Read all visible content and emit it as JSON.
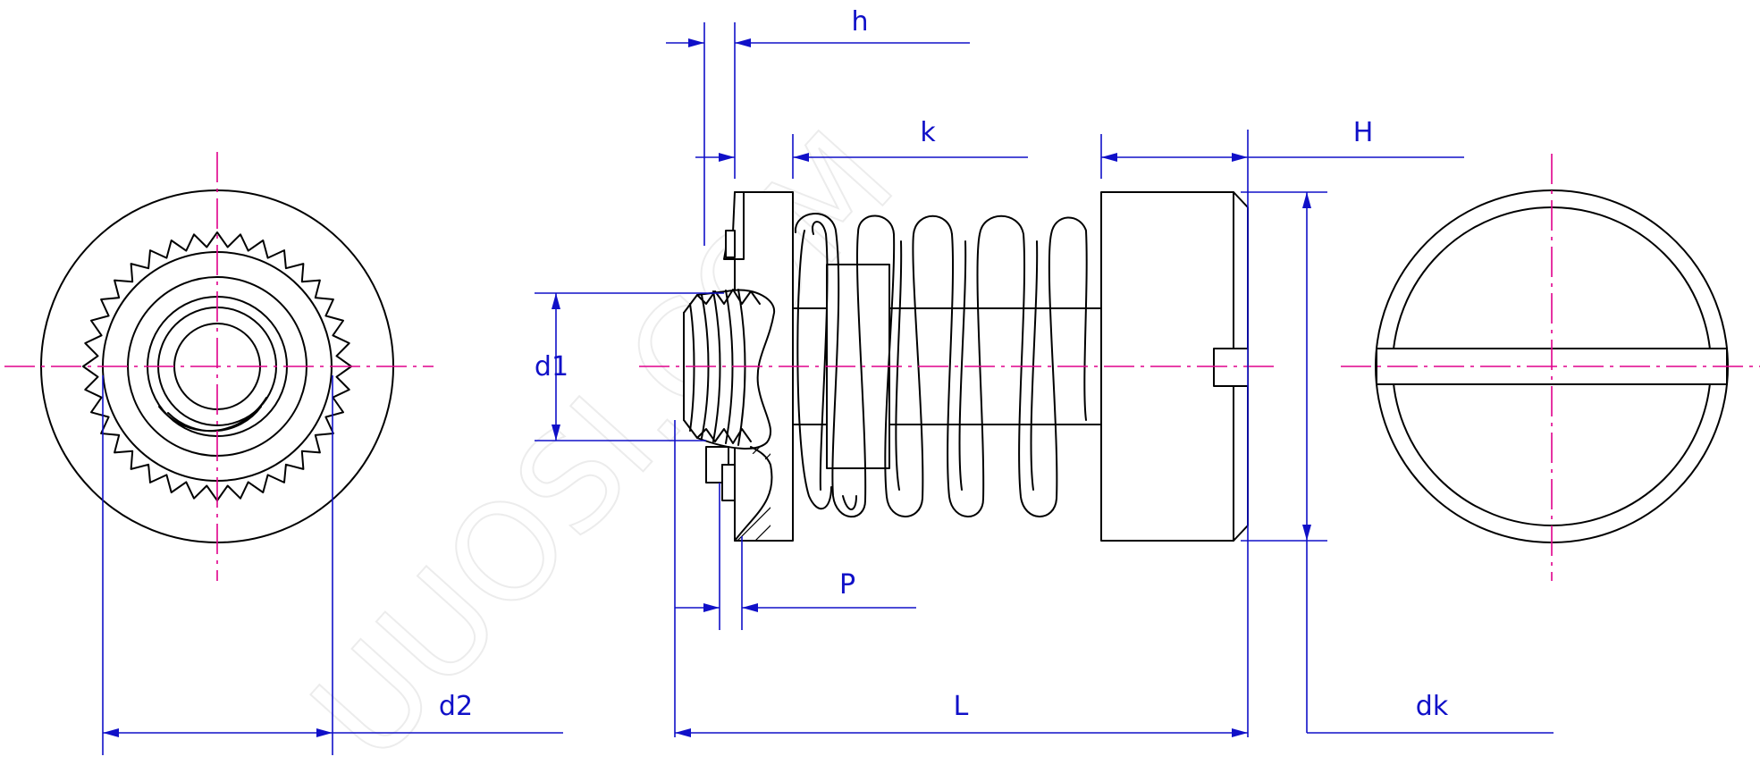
{
  "watermark": "UUOSI.COM",
  "labels": {
    "h": "h",
    "k": "k",
    "H": "H",
    "d1": "d1",
    "P": "P",
    "d2": "d2",
    "L": "L",
    "dk": "dk"
  },
  "colors": {
    "outline": "#000000",
    "centerline": "#e0008c",
    "dimension": "#1010c8",
    "watermark": "#ececec"
  }
}
